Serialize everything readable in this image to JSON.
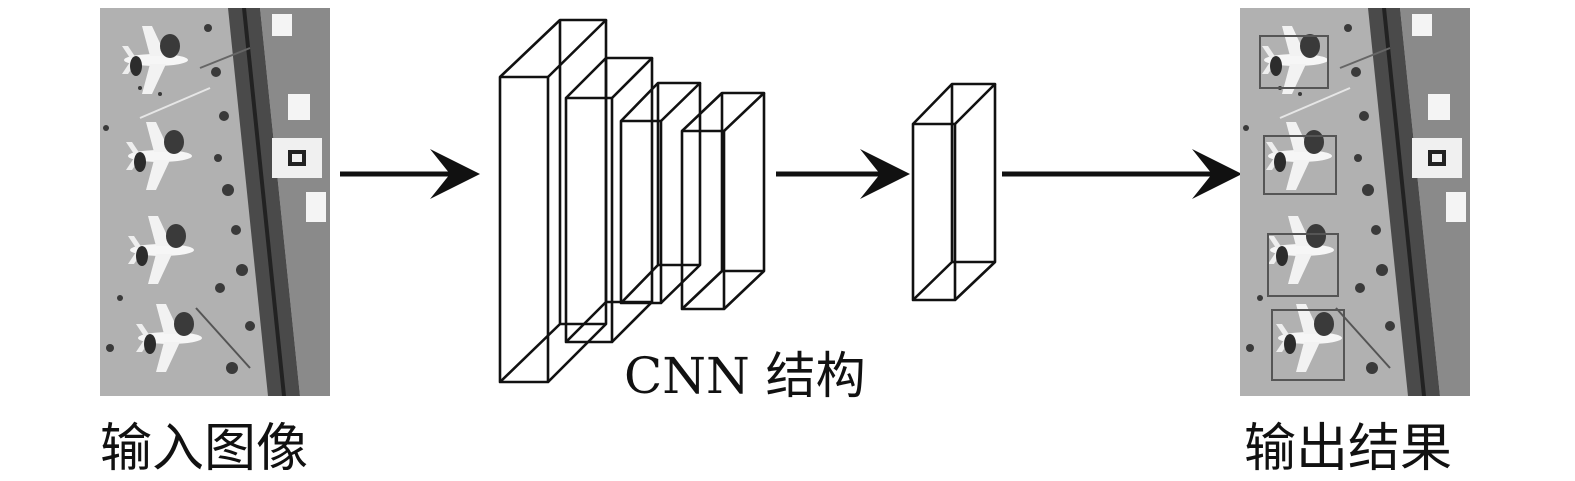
{
  "diagram": {
    "input_label": "输入图像",
    "cnn_label": "CNN 结构",
    "output_label": "输出结果"
  },
  "input_image": {
    "description_icon": "aerial-airport-image",
    "airplanes": 4
  },
  "output_image": {
    "description_icon": "aerial-airport-detection-image",
    "detection_boxes": 4
  },
  "colors": {
    "line": "#111111",
    "image_ground": "#a9a9a9",
    "detection_box": "#555555"
  }
}
